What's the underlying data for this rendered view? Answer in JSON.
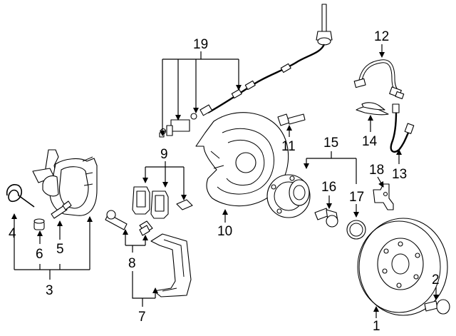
{
  "callouts": {
    "n1": "1",
    "n2": "2",
    "n3": "3",
    "n4": "4",
    "n5": "5",
    "n6": "6",
    "n7": "7",
    "n8": "8",
    "n9": "9",
    "n10": "10",
    "n11": "11",
    "n12": "12",
    "n13": "13",
    "n14": "14",
    "n15": "15",
    "n16": "16",
    "n17": "17",
    "n18": "18",
    "n19": "19"
  }
}
